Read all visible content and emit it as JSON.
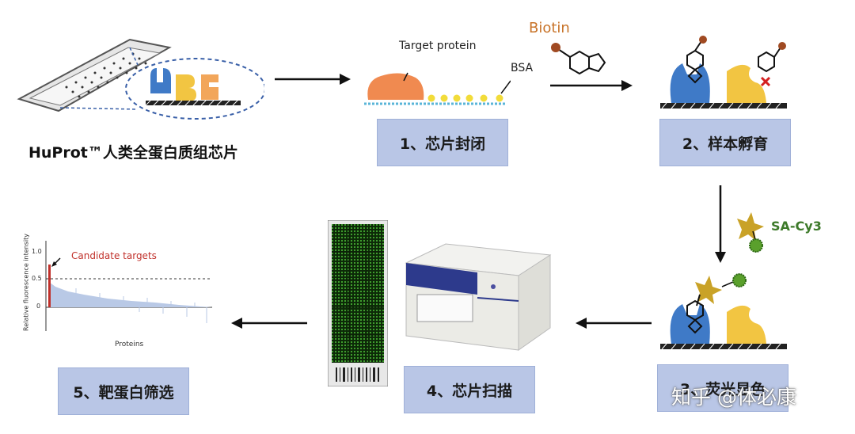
{
  "product_title": "HuProt™人类全蛋白质组芯片",
  "labels": {
    "target_protein": "Target protein",
    "bsa": "BSA",
    "biotin": "Biotin",
    "sa_cy3": "SA-Cy3",
    "candidate_targets": "Candidate targets",
    "y_axis": "Relative fluorescence intensity",
    "x_axis": "Proteins",
    "tick_10": "1.0",
    "tick_05": "0.5",
    "tick_00": "0"
  },
  "steps": [
    {
      "label": "1、芯片封闭"
    },
    {
      "label": "2、样本孵育"
    },
    {
      "label": "3、荧光显色"
    },
    {
      "label": "4、芯片扫描"
    },
    {
      "label": "5、靶蛋白筛选"
    }
  ],
  "watermark": "知乎 @体必康",
  "colors": {
    "step_box": "#b9c6e6",
    "biotin_text": "#c8742a",
    "sa_cy3_text": "#3d7a2a",
    "candidate_text": "#c0302a",
    "target_protein": "#f08a50",
    "bsa_dot": "#f2dc3a",
    "blue_protein": "#3f7ac7",
    "yellow_protein": "#f2c542"
  }
}
